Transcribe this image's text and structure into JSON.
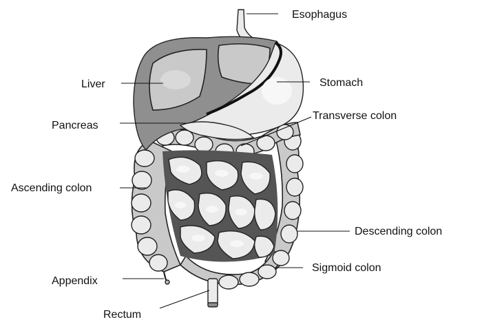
{
  "diagram": {
    "labels": {
      "esophagus": "Esophagus",
      "liver": "Liver",
      "stomach": "Stomach",
      "pancreas": "Pancreas",
      "transverse_colon": "Transverse colon",
      "ascending_colon": "Ascending colon",
      "descending_colon": "Descending colon",
      "sigmoid_colon": "Sigmoid colon",
      "appendix": "Appendix",
      "rectum": "Rectum"
    }
  }
}
